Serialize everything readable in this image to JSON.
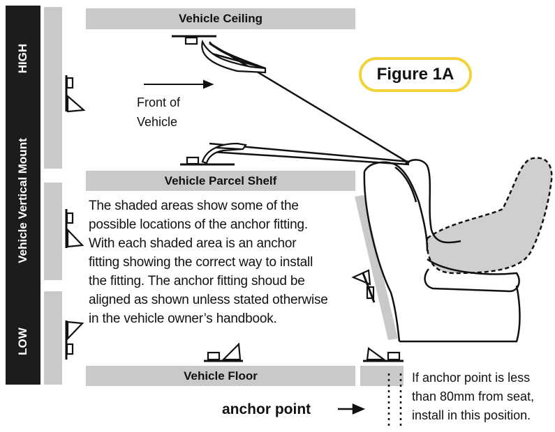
{
  "bars": {
    "ceiling": "Vehicle Ceiling",
    "parcel_shelf": "Vehicle Parcel Shelf",
    "floor": "Vehicle Floor"
  },
  "side": {
    "title": "Vehicle Vertical Mount",
    "high": "HIGH",
    "low": "LOW"
  },
  "figure_label": "Figure 1A",
  "front_of_vehicle": [
    "Front of",
    "Vehicle"
  ],
  "description": [
    "The shaded areas show some of the",
    "possible locations of the anchor fitting.",
    "With each shaded area is an anchor",
    "fitting showing the correct way to install",
    "the fitting. The anchor fitting shoud be",
    "aligned as shown unless stated otherwise",
    "in the vehicle owner’s handbook."
  ],
  "anchor_point": "anchor point",
  "note": [
    "If anchor point is less",
    "than 80mm from seat,",
    "install in this position."
  ],
  "colors": {
    "bar_gray": "#c9c9c9",
    "dark_panel": "#1c1c1c",
    "figure_border": "#f2d33a",
    "seat_shade": "#cfcfcf"
  }
}
